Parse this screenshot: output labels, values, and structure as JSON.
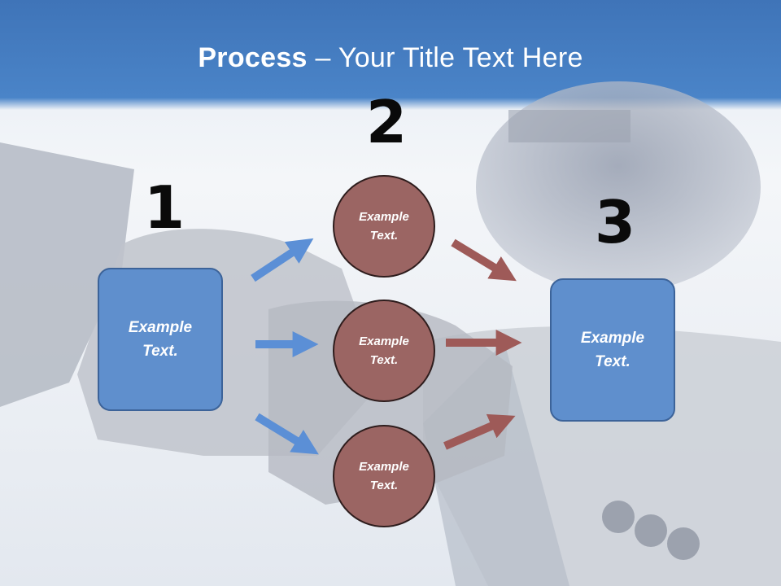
{
  "title": {
    "bold": "Process",
    "rest": " – Your Title Text Here"
  },
  "steps": [
    {
      "number": "1",
      "text_line1": "Example",
      "text_line2": "Text."
    },
    {
      "number": "2"
    },
    {
      "number": "3",
      "text_line1": "Example",
      "text_line2": "Text."
    }
  ],
  "circles": [
    {
      "text_line1": "Example",
      "text_line2": "Text."
    },
    {
      "text_line1": "Example",
      "text_line2": "Text."
    },
    {
      "text_line1": "Example",
      "text_line2": "Text."
    }
  ],
  "colors": {
    "header_blue": "#4a84c8",
    "box_blue": "#5f8fcd",
    "circle_brown": "#9b6563",
    "arrow_blue": "#5b8fd6",
    "arrow_brown": "#9e5a58"
  }
}
